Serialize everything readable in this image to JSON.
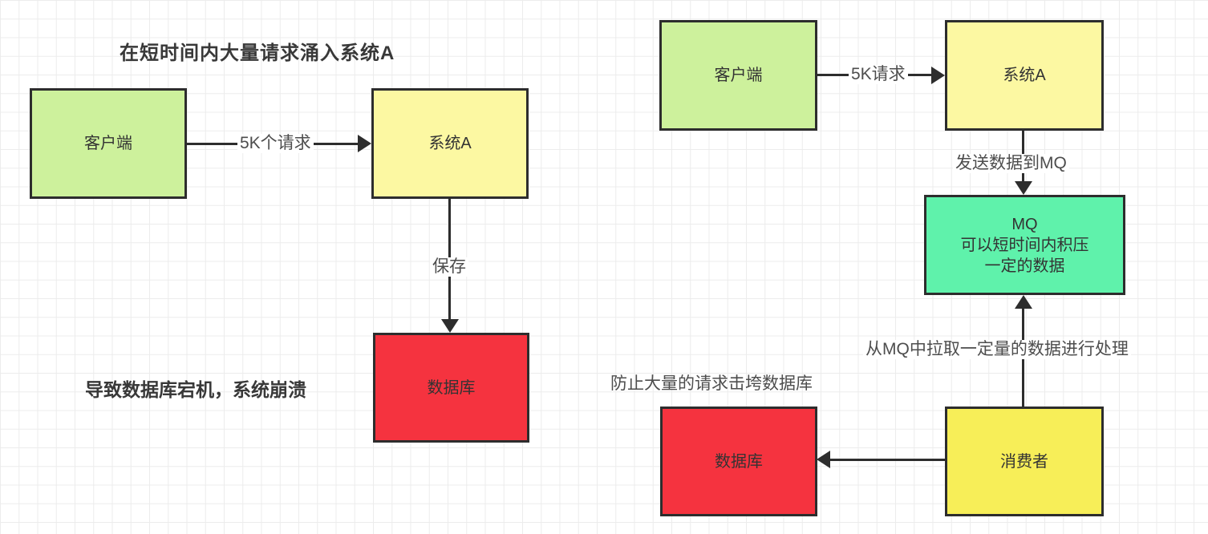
{
  "colors": {
    "client_green": "#cdf19c",
    "system_pale_yellow": "#fcf8a2",
    "consumer_yellow": "#f7ee58",
    "mq_mint": "#5ff2ab",
    "database_red": "#f5333f",
    "stroke": "#2d2d2d",
    "grid": "#ececec"
  },
  "left": {
    "title": "在短时间内大量请求涌入系统A",
    "client_label": "客户端",
    "system_label": "系统A",
    "request_edge_label": "5K个请求",
    "save_edge_label": "保存",
    "database_label": "数据库",
    "caption": "导致数据库宕机，系统崩溃"
  },
  "right": {
    "client_label": "客户端",
    "system_label": "系统A",
    "request_edge_label": "5K请求",
    "send_to_mq_edge_label": "发送数据到MQ",
    "mq_label_line1": "MQ",
    "mq_label_line2": "可以短时间内积压",
    "mq_label_line3": "一定的数据",
    "pull_edge_label": "从MQ中拉取一定量的数据进行处理",
    "consumer_label": "消费者",
    "database_label": "数据库",
    "caption": "防止大量的请求击垮数据库"
  }
}
